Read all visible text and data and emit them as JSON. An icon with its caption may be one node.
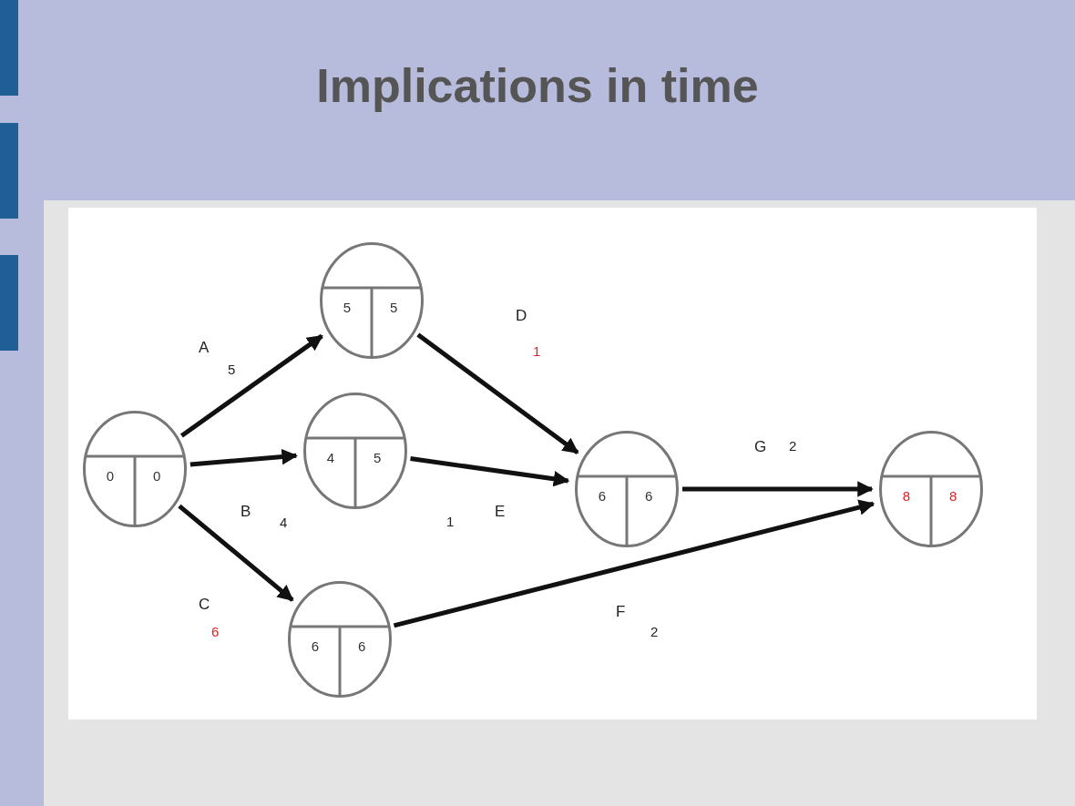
{
  "diagram": {
    "title": "Implications in time",
    "nodes": [
      {
        "text": [
          "0",
          "0"
        ]
      },
      {
        "text": [
          "5",
          "5"
        ]
      },
      {
        "text": [
          "4",
          "5"
        ]
      },
      {
        "text": [
          "6",
          "6"
        ]
      },
      {
        "text": [
          "6",
          "6"
        ]
      },
      {
        "text": [
          "8",
          "8"
        ]
      }
    ],
    "edges": [
      {
        "from": 0,
        "to": 1,
        "arrow": "to",
        "label": "A"
      },
      {
        "from": 0,
        "to": 2,
        "arrow": "to",
        "label": "B"
      },
      {
        "from": 0,
        "to": 3,
        "arrow": "to",
        "label": "C"
      },
      {
        "from": 1,
        "to": 4,
        "arrow": "to",
        "label": "D"
      },
      {
        "from": 2,
        "to": 4,
        "arrow": "to",
        "label": "E"
      },
      {
        "from": 4,
        "to": 5,
        "arrow": "to",
        "label": "G"
      },
      {
        "from": 3,
        "to": 5,
        "arrow": "to",
        "label": "F"
      }
    ],
    "labels": [
      "5",
      "4",
      "6",
      "1",
      "1",
      "2",
      "2"
    ]
  }
}
